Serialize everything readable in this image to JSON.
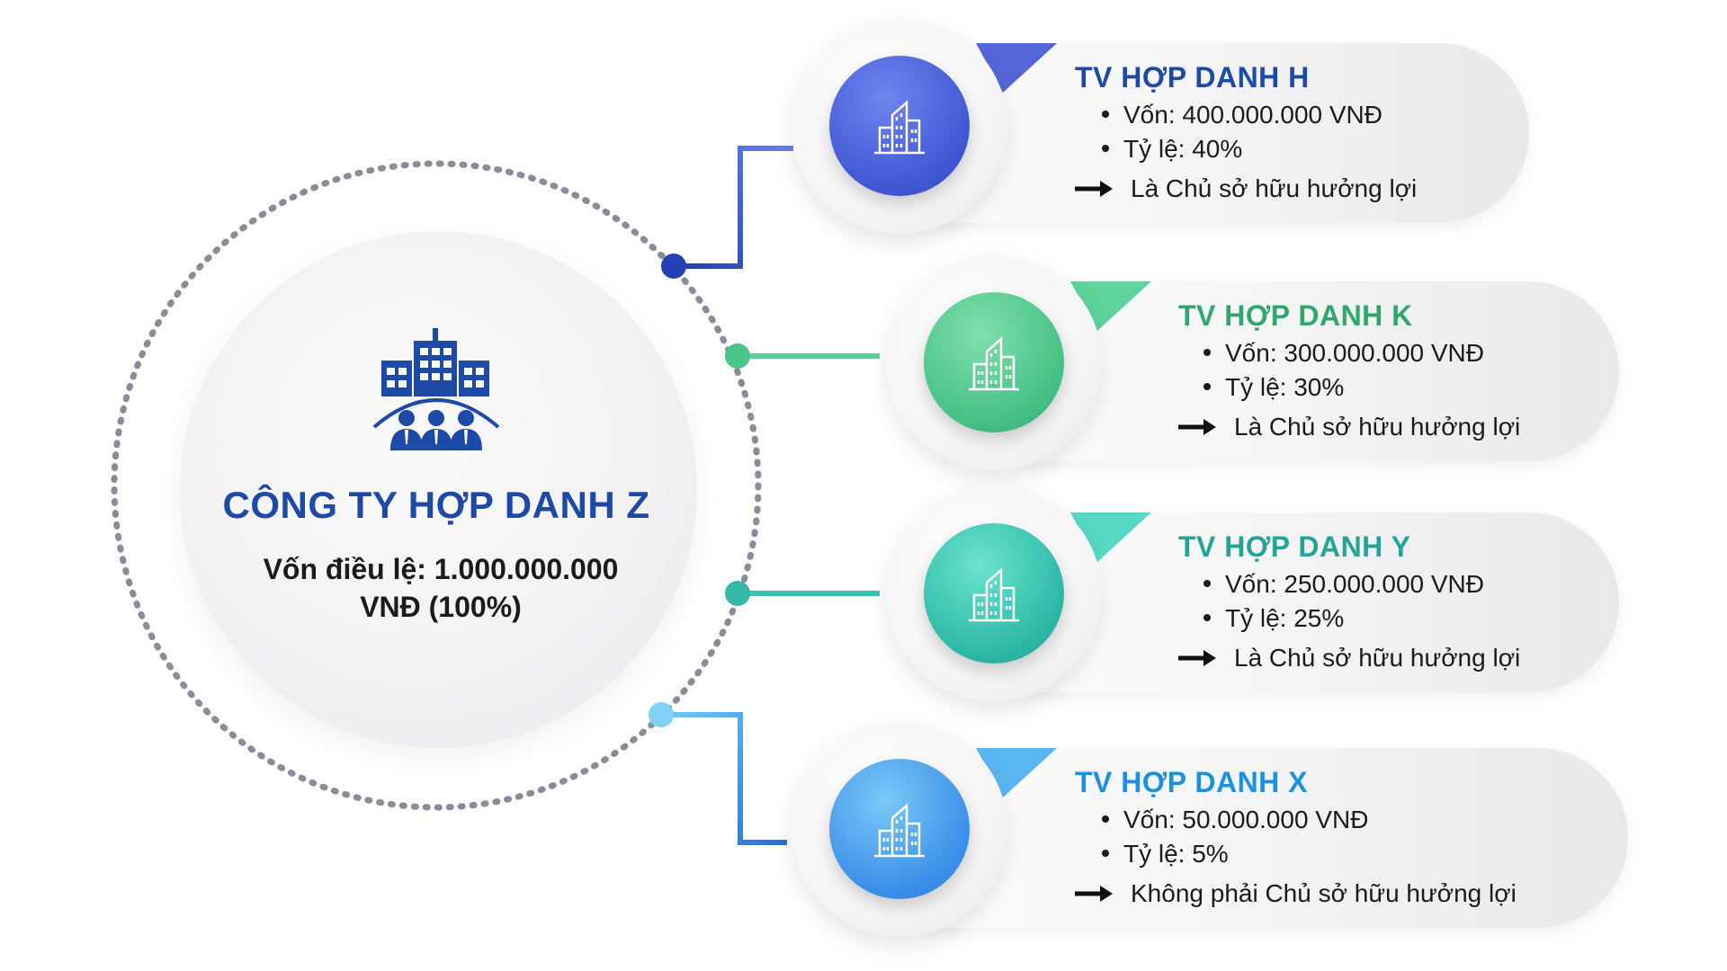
{
  "company": {
    "title": "CÔNG TY HỢP DANH Z",
    "capital_line1": "Vốn điều lệ: 1.000.000.000",
    "capital_line2": "VNĐ (100%)",
    "icon": "company-building-people-icon",
    "color": "#1d4aa7"
  },
  "partners": [
    {
      "title": "TV HỢP DANH H",
      "capital": "Vốn: 400.000.000 VNĐ",
      "ratio": "Tỷ lệ: 40%",
      "ratio_value": 40,
      "note": "Là Chủ sở hữu hưởng lợi",
      "color": "#2f5fcf",
      "icon": "building-icon"
    },
    {
      "title": "TV HỢP DANH K",
      "capital": "Vốn: 300.000.000 VNĐ",
      "ratio": "Tỷ lệ: 30%",
      "ratio_value": 30,
      "note": "Là Chủ sở hữu hưởng lợi",
      "color": "#2fae73",
      "icon": "building-icon"
    },
    {
      "title": "TV HỢP DANH Y",
      "capital": "Vốn: 250.000.000 VNĐ",
      "ratio": "Tỷ lệ: 25%",
      "ratio_value": 25,
      "note": "Là Chủ sở hữu hưởng lợi",
      "color": "#22a89a",
      "icon": "building-icon"
    },
    {
      "title": "TV HỢP DANH X",
      "capital": "Vốn: 50.000.000 VNĐ",
      "ratio": "Tỷ lệ: 5%",
      "ratio_value": 5,
      "note": "Không phải Chủ sở hữu hưởng lợi",
      "color": "#1c8fe0",
      "icon": "building-icon"
    }
  ]
}
